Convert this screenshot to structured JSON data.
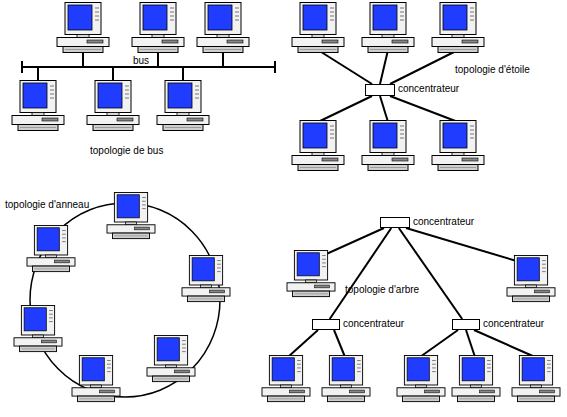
{
  "diagram": {
    "nodes": [
      {
        "text": [
          "concentrateur"
        ]
      },
      {
        "text": [
          "concentrateur"
        ]
      },
      {
        "text": [
          "concentrateur"
        ]
      },
      {
        "text": [
          "concentrateur"
        ]
      }
    ],
    "edges": [
      {
        "from": 1,
        "to": 2,
        "arrow": "none"
      },
      {
        "from": 1,
        "to": 3,
        "arrow": "none"
      }
    ],
    "labels": [
      "bus",
      "topologie de bus",
      "topologie d'étoile",
      "topologie d'anneau",
      "topologie d'arbre"
    ]
  }
}
